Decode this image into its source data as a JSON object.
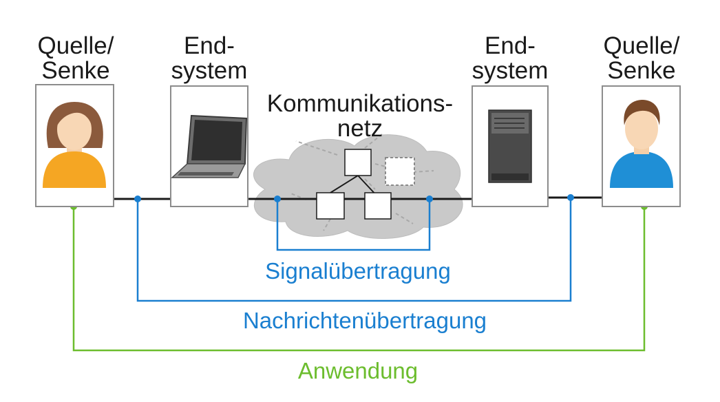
{
  "labels": {
    "source_sink_left": [
      "Quelle/",
      "Senke"
    ],
    "end_system_left": [
      "End-",
      "system"
    ],
    "network": [
      "Kommunikations-",
      "netz"
    ],
    "end_system_right": [
      "End-",
      "system"
    ],
    "source_sink_right": [
      "Quelle/",
      "Senke"
    ],
    "signal_transmission": "Signalübertragung",
    "message_transmission": "Nachrichtenübertragung",
    "application": "Anwendung"
  },
  "colors": {
    "blue": "#1a7fd0",
    "green": "#6cbd2e",
    "woman_shirt": "#f5a623",
    "man_shirt": "#1f8fd6",
    "cloud": "#c9c9c9",
    "line": "#1a1a1a"
  },
  "icons": {
    "left_person": "woman-avatar-icon",
    "left_device": "laptop-icon",
    "right_device": "server-tower-icon",
    "right_person": "man-avatar-icon"
  }
}
